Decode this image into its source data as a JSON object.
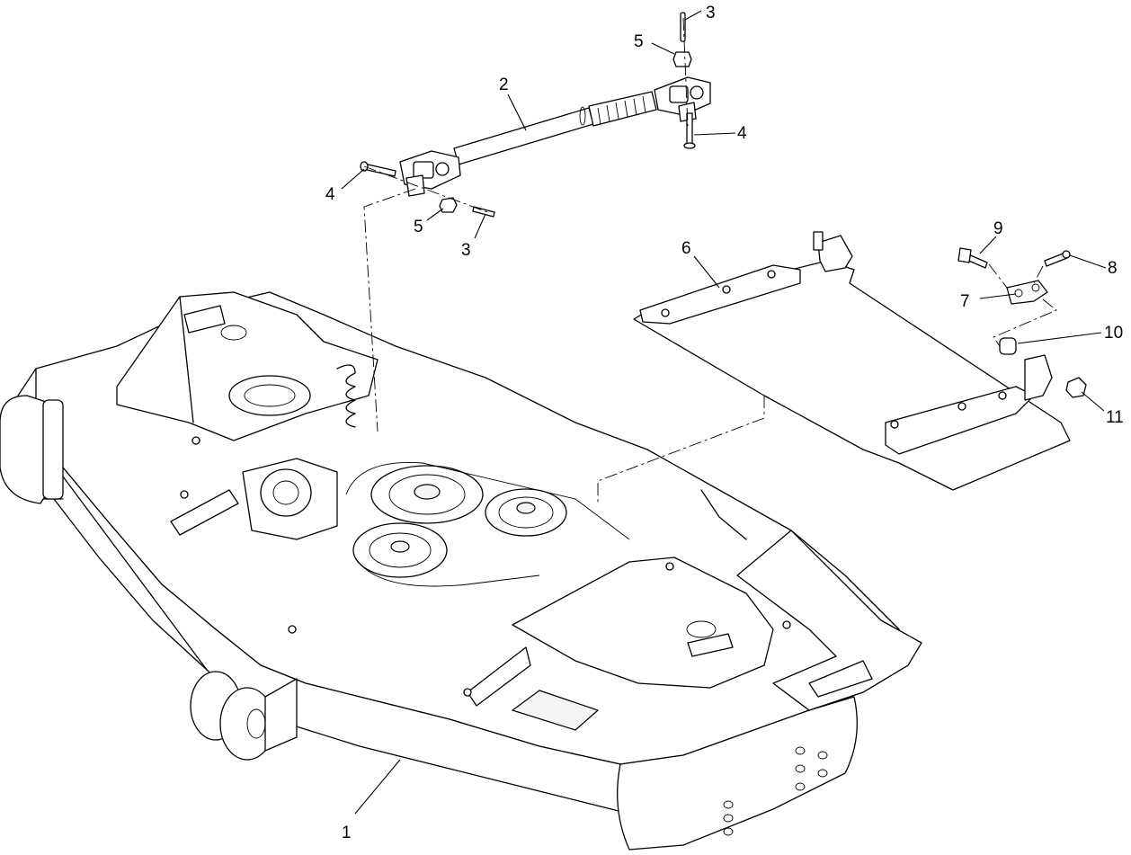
{
  "callouts": [
    {
      "id": "c1",
      "label": "1"
    },
    {
      "id": "c2",
      "label": "2"
    },
    {
      "id": "c3a",
      "label": "3"
    },
    {
      "id": "c3b",
      "label": "3"
    },
    {
      "id": "c4a",
      "label": "4"
    },
    {
      "id": "c4b",
      "label": "4"
    },
    {
      "id": "c5a",
      "label": "5"
    },
    {
      "id": "c5b",
      "label": "5"
    },
    {
      "id": "c6",
      "label": "6"
    },
    {
      "id": "c7",
      "label": "7"
    },
    {
      "id": "c8",
      "label": "8"
    },
    {
      "id": "c9",
      "label": "9"
    },
    {
      "id": "c10",
      "label": "10"
    },
    {
      "id": "c11",
      "label": "11"
    }
  ]
}
